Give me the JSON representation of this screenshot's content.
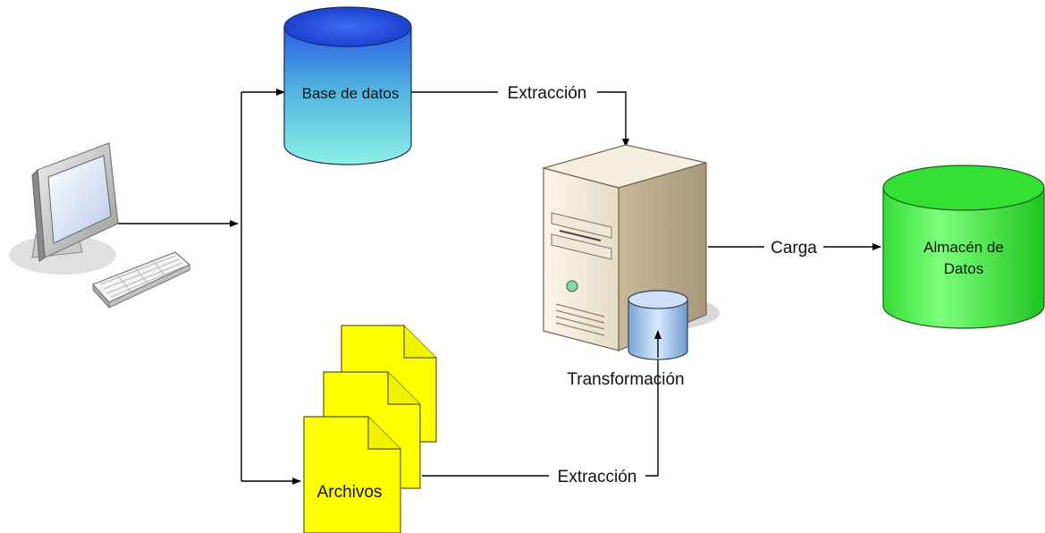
{
  "nodes": {
    "database": {
      "label": "Base de datos",
      "icon": "database-cylinder-icon",
      "color_top": "#1f4fe8",
      "color_bottom": "#7fe6e6"
    },
    "files": {
      "label": "Archivos",
      "icon": "document-stack-icon",
      "color": "#ffff00"
    },
    "server": {
      "label": "Transformación",
      "icon": "server-tower-icon"
    },
    "warehouse": {
      "label_line1": "Almacén de",
      "label_line2": "Datos",
      "icon": "warehouse-cylinder-icon",
      "color": "#22e022"
    },
    "computer": {
      "icon": "desktop-computer-icon"
    }
  },
  "edges": {
    "db_to_server": {
      "label": "Extracción"
    },
    "files_to_server": {
      "label": "Extracción"
    },
    "server_to_warehouse": {
      "label": "Carga"
    }
  }
}
